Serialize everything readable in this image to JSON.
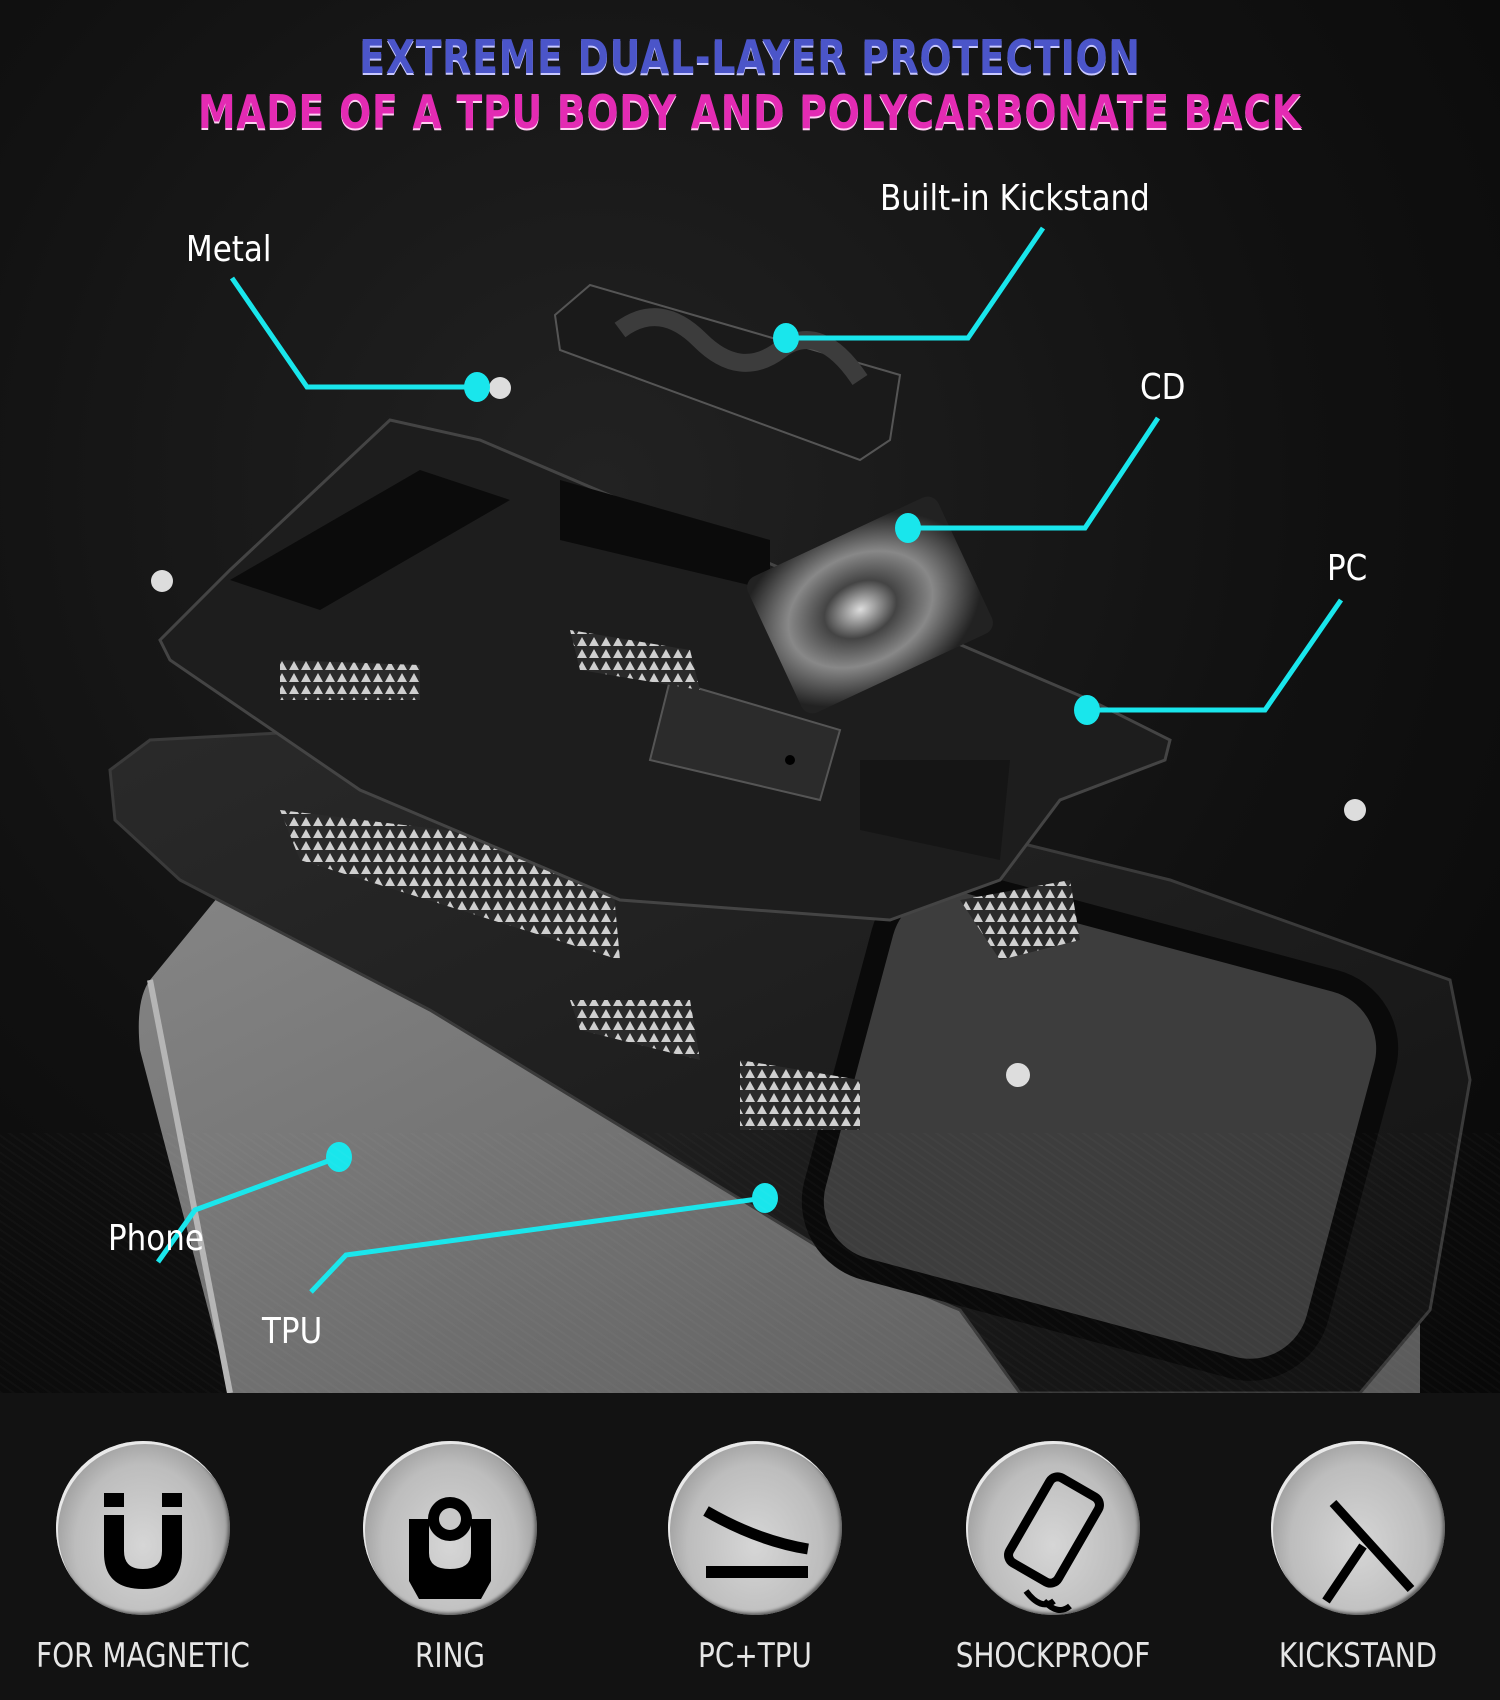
{
  "headline": {
    "line1": "EXTREME DUAL-LAYER PROTECTION",
    "line2": "MADE OF A TPU BODY AND POLYCARBONATE BACK",
    "line1_color": "#4b55c9",
    "line2_color": "#e32bb3"
  },
  "callouts": [
    {
      "id": "metal",
      "label": "Metal"
    },
    {
      "id": "kickstand",
      "label": "Built-in Kickstand"
    },
    {
      "id": "cd",
      "label": "CD"
    },
    {
      "id": "pc",
      "label": "PC"
    },
    {
      "id": "phone",
      "label": "Phone"
    },
    {
      "id": "tpu",
      "label": "TPU"
    }
  ],
  "callout_color": "#19e6ec",
  "features": [
    {
      "label": "FOR MAGNETIC",
      "icon": "magnet-icon"
    },
    {
      "label": "RING",
      "icon": "ring-holder-icon"
    },
    {
      "label": "PC+TPU",
      "icon": "layers-icon"
    },
    {
      "label": "SHOCKPROOF",
      "icon": "shockproof-phone-icon"
    },
    {
      "label": "KICKSTAND",
      "icon": "kickstand-icon"
    }
  ]
}
